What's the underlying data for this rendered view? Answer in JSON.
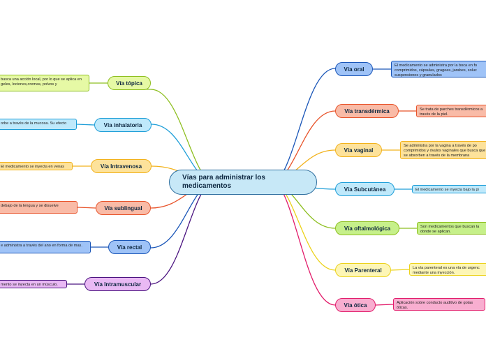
{
  "central_topic": "Vías para administrar los medicamentos",
  "left_branches": [
    {
      "label": "Vía tópica",
      "detail": "busca una acción local, por lo que se aplica en geles, lociones,cremas, polvos y",
      "color": "#8ebf21",
      "fill": "#e6f9a5"
    },
    {
      "label": "Vía inhalatoria",
      "detail": "orbe a través de la mucosa. Su efecto",
      "color": "#1e9ed8",
      "fill": "#bfe9fb"
    },
    {
      "label": "Vía Intravenosa",
      "detail": "El medicamento se inyecta en venas",
      "color": "#f2b21c",
      "fill": "#fde29b"
    },
    {
      "label": "Vía sublingual",
      "detail": "debajo de la lengua y se disuelve",
      "color": "#e8542b",
      "fill": "#f9bba7"
    },
    {
      "label": "Vía rectal",
      "detail": "e administra a través del ano en forma de mas.",
      "color": "#1a56b8",
      "fill": "#9fc3f7"
    },
    {
      "label": "Vía Intramuscular",
      "detail": "mento se inyecta en un músculo.",
      "color": "#4b1480",
      "fill": "#e9b9f4"
    }
  ],
  "right_branches": [
    {
      "label": "Vía oral",
      "detail": "El medicamento se administra por la boca en fo comprimidos, cápsulas, grageas, jarabes, soluc suspensiones y granulados",
      "color": "#1a56b8",
      "fill": "#9fc3f7"
    },
    {
      "label": "Vía transdérmica",
      "detail": "Se trata de parches transdérmicos a través de la piel.",
      "color": "#e8542b",
      "fill": "#f9bba7"
    },
    {
      "label": "Vía vaginal",
      "detail": "Se administra por la vagina a través de po comprimidos y óvulos vaginales que busca que se absorben a través de la membrana",
      "color": "#f2b21c",
      "fill": "#fde29b"
    },
    {
      "label": "Vía Subcutánea",
      "detail": "El medicamento se inyecta bajo la pi",
      "color": "#1e9ed8",
      "fill": "#bfe9fb"
    },
    {
      "label": "Vía oftalmológica",
      "detail": "Son medicamentos que buscan la donde se aplican.",
      "color": "#8ebf21",
      "fill": "#c6f08a"
    },
    {
      "label": "Vía Parenteral",
      "detail": "La vía parenteral es una vía de urgenc mediante una inyección.",
      "color": "#ecd21a",
      "fill": "#fdf6b6"
    },
    {
      "label": "Vía ótica",
      "detail": "Aplicación sobre conducto auditivo de gotas óticas.",
      "color": "#e21d6b",
      "fill": "#f8aed0"
    }
  ]
}
